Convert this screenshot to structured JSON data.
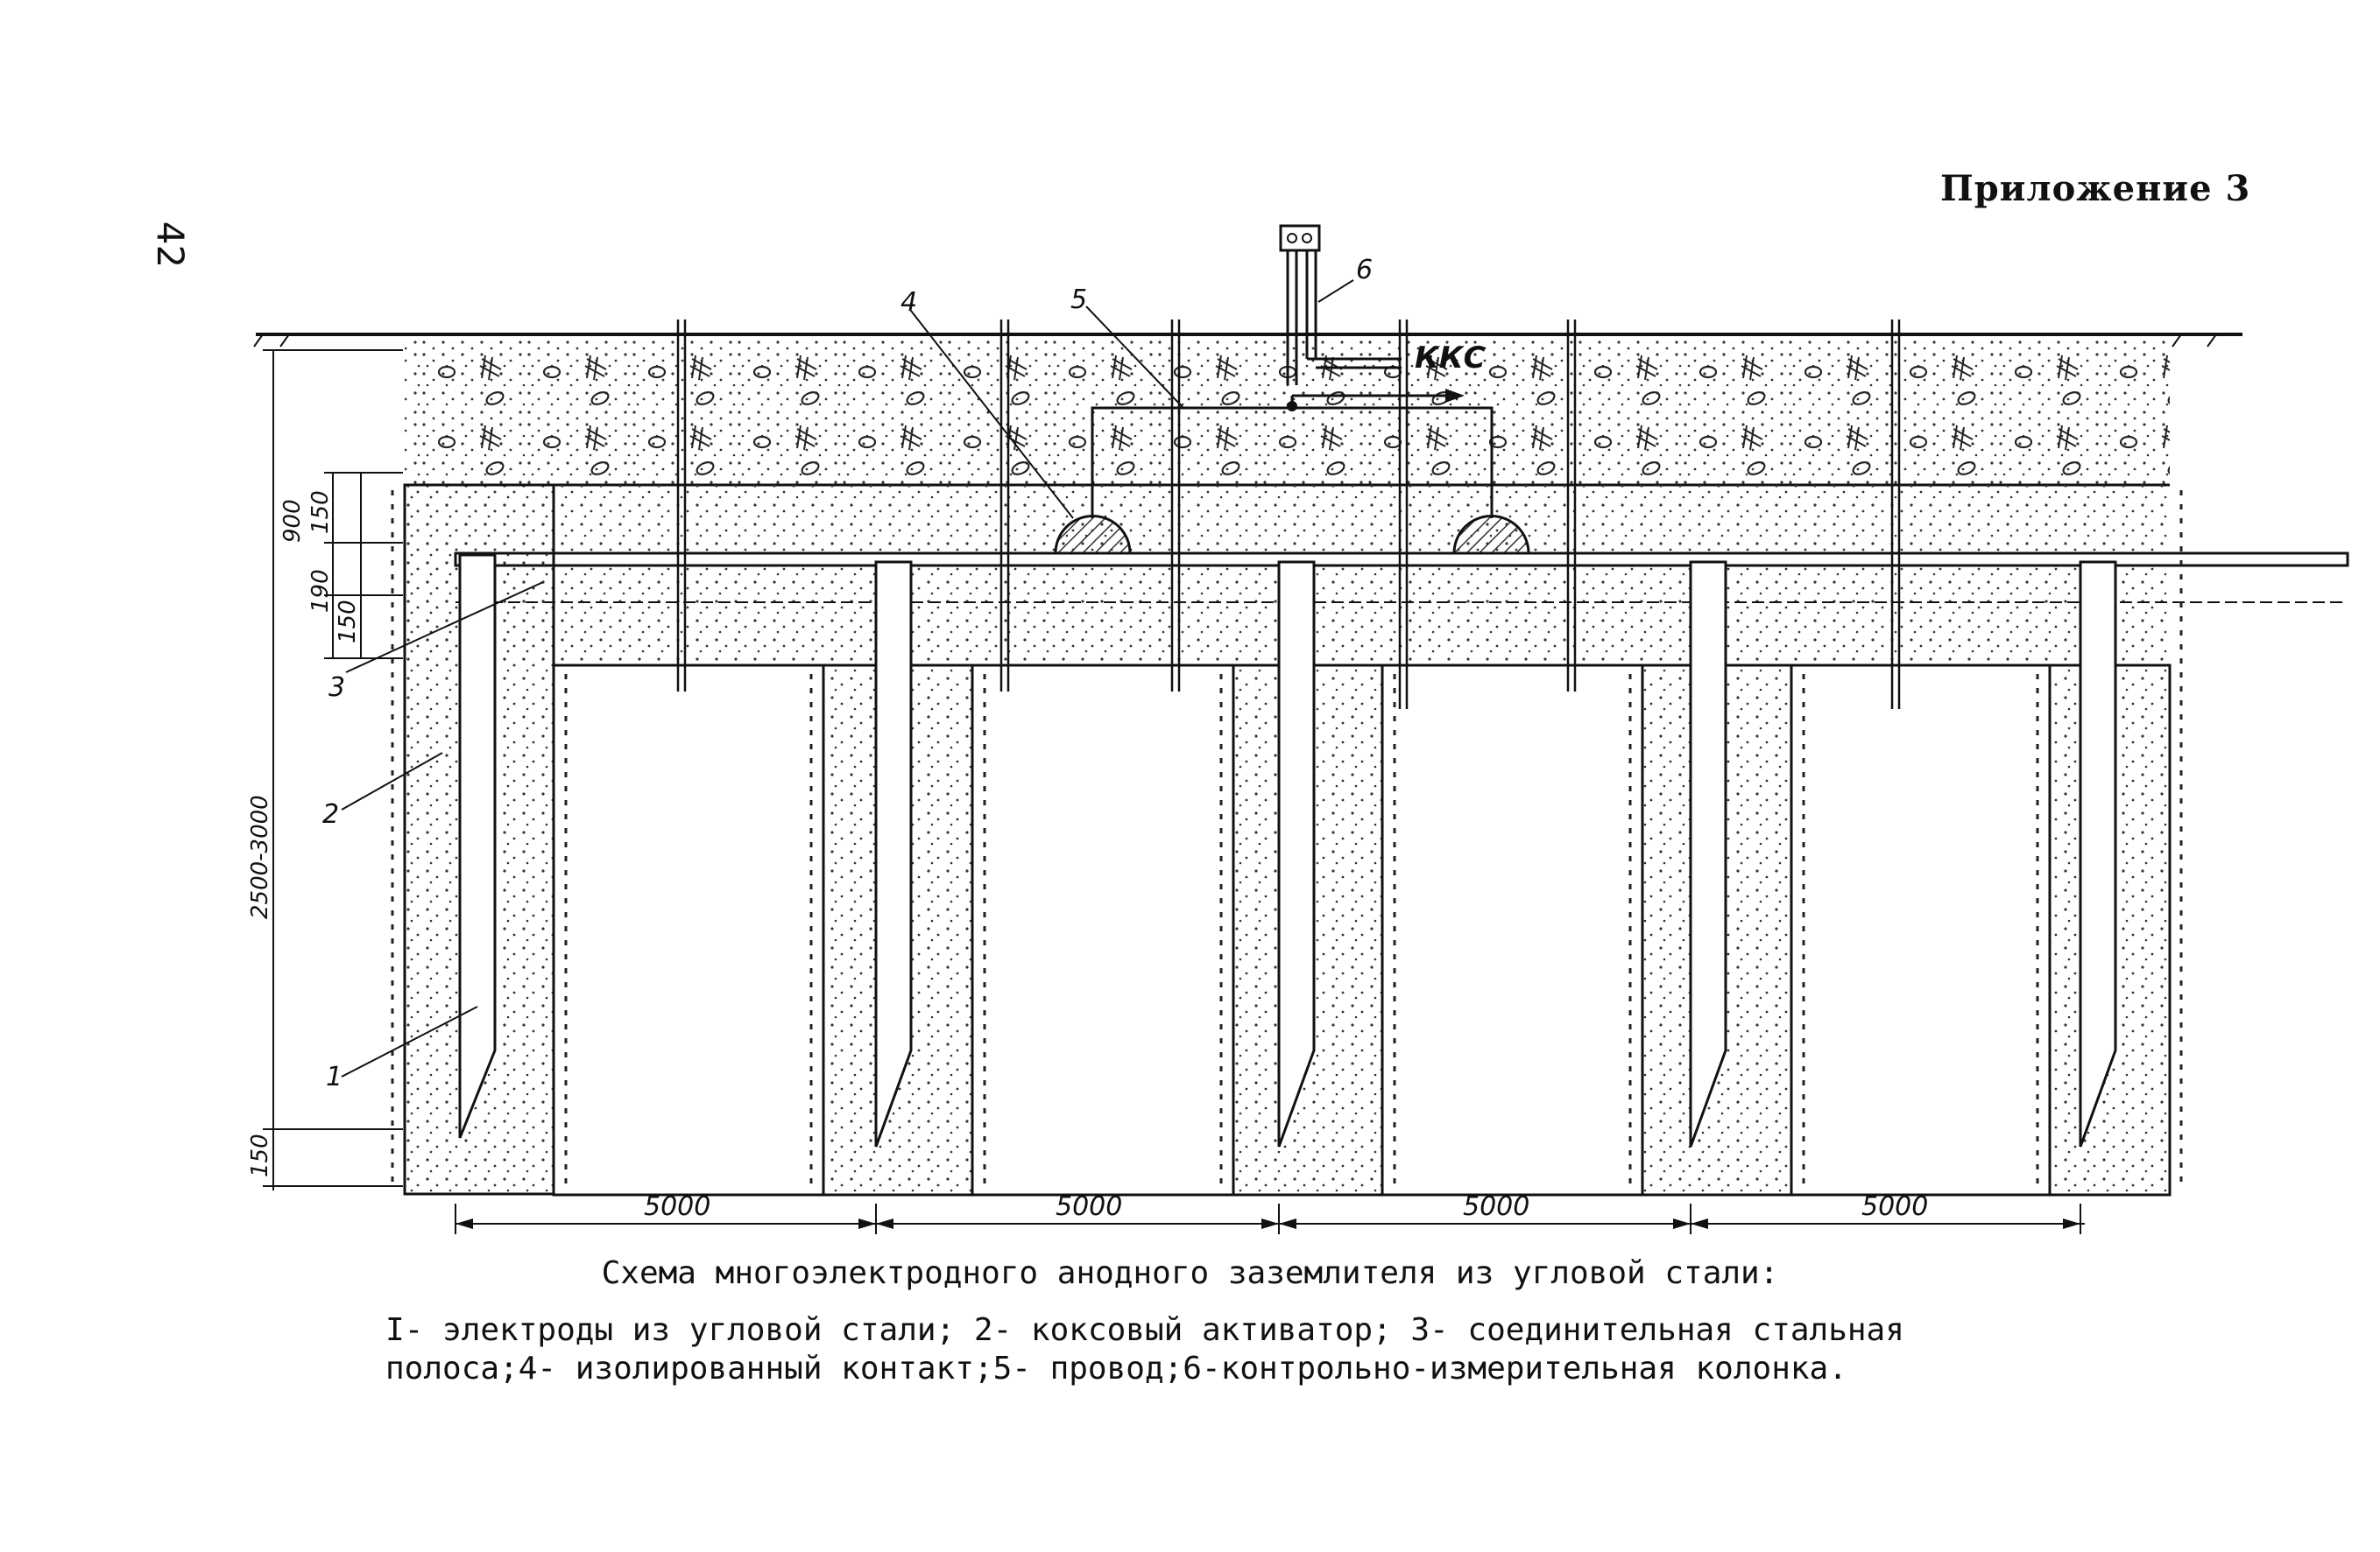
{
  "page_number": "42",
  "appendix_title": "Приложение 3",
  "caption": {
    "title": "Схема многоэлектродного анодного заземлителя из угловой стали:",
    "legend_line1": "I- электроды из угловой стали; 2- коксовый активатор; 3- соединительная стальная",
    "legend_line2": "полоса;4- изолированный контакт;5- провод;6-контрольно-измерительная колонка."
  },
  "labels": {
    "kks": "ККС",
    "callout_1": "1",
    "callout_2": "2",
    "callout_3": "3",
    "callout_4": "4",
    "callout_5": "5",
    "callout_6": "6"
  },
  "dimensions": {
    "total_depth": "2500-3000",
    "d900": "900",
    "d150_top": "150",
    "d190": "190",
    "d150_bottom": "150",
    "d150_base": "150",
    "spacing": [
      "5000",
      "5000",
      "5000",
      "5000"
    ]
  },
  "colors": {
    "ink": "#111111",
    "paper": "#ffffff",
    "hatch": "#555555"
  }
}
